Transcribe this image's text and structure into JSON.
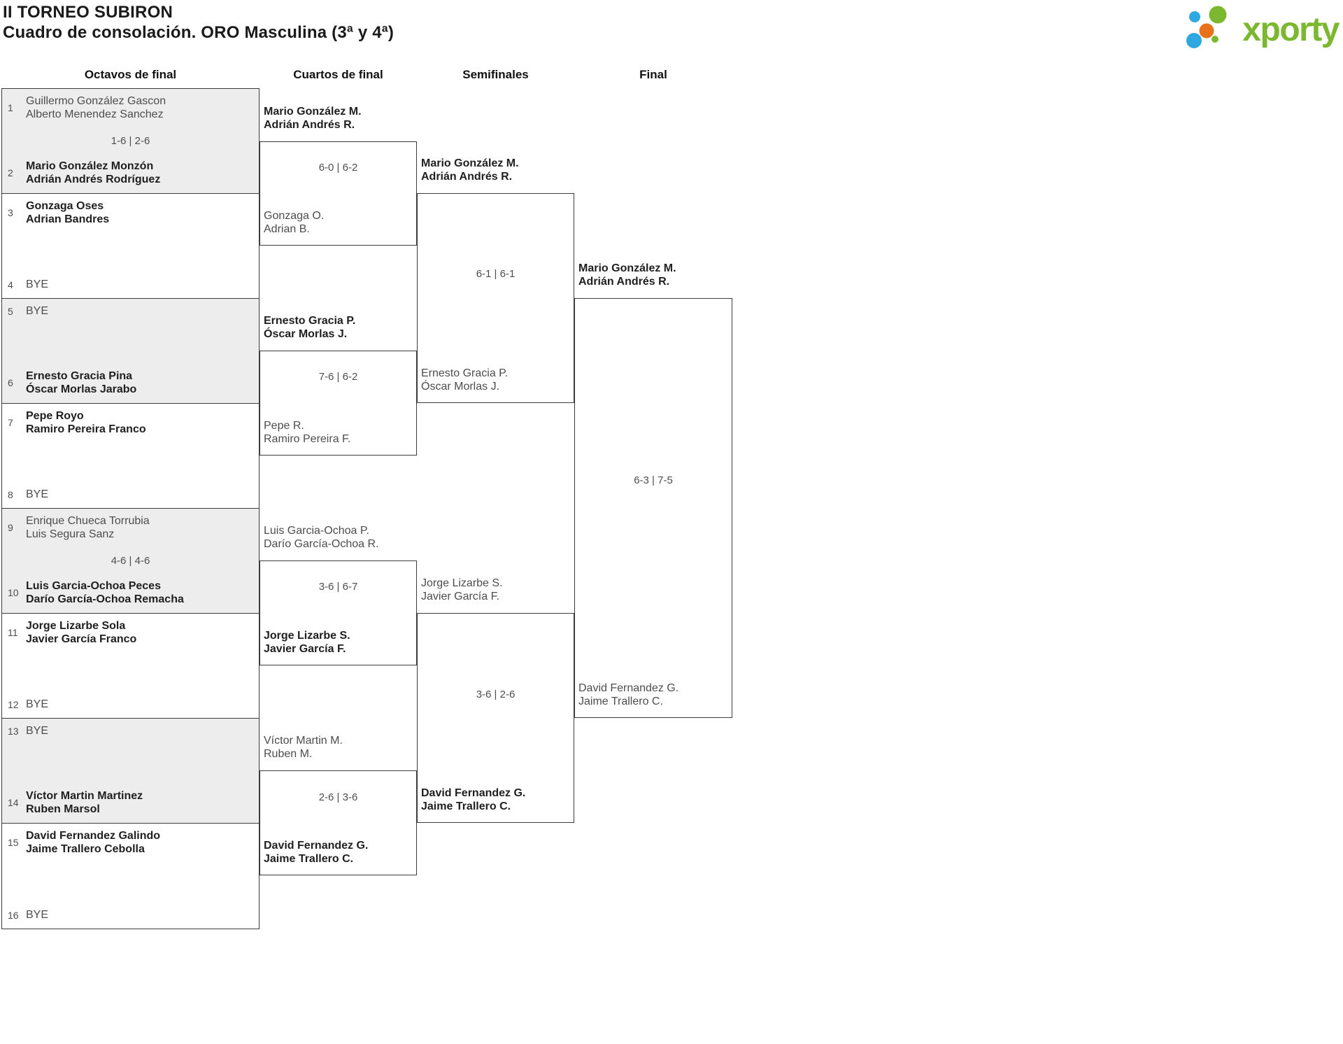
{
  "header": {
    "title": "II TORNEO SUBIRON",
    "subtitle": "Cuadro de consolación. ORO Masculina (3ª y 4ª)",
    "logo_text": "xporty"
  },
  "rounds": [
    "Octavos de final",
    "Cuartos de final",
    "Semifinales",
    "Final"
  ],
  "colors": {
    "logo_green": "#7cb82f",
    "dot_blue": "#2fa8e1",
    "dot_orange": "#e8711a",
    "pair_shade": "#ededed",
    "line": "#3c3c3c"
  },
  "octavos": {
    "pairs": [
      {
        "seed_a": "1",
        "a1": "Guillermo González Gascon",
        "a2": "Alberto Menendez Sanchez",
        "score": "1-6 | 2-6",
        "seed_b": "2",
        "b1": "Mario González Monzón",
        "b2": "Adrián Andrés Rodríguez"
      },
      {
        "seed_a": "3",
        "a1": "Gonzaga Oses",
        "a2": "Adrian Bandres",
        "score": "",
        "seed_b": "4",
        "b1": "BYE",
        "b2": ""
      },
      {
        "seed_a": "5",
        "a1": "BYE",
        "a2": "",
        "score": "",
        "seed_b": "6",
        "b1": "Ernesto Gracia Pina",
        "b2": "Óscar Morlas Jarabo"
      },
      {
        "seed_a": "7",
        "a1": "Pepe Royo",
        "a2": "Ramiro Pereira Franco",
        "score": "",
        "seed_b": "8",
        "b1": "BYE",
        "b2": ""
      },
      {
        "seed_a": "9",
        "a1": "Enrique Chueca Torrubia",
        "a2": "Luis Segura Sanz",
        "score": "4-6 | 4-6",
        "seed_b": "10",
        "b1": "Luis Garcia-Ochoa Peces",
        "b2": "Darío García-Ochoa Remacha"
      },
      {
        "seed_a": "11",
        "a1": "Jorge Lizarbe Sola",
        "a2": "Javier García Franco",
        "score": "",
        "seed_b": "12",
        "b1": "BYE",
        "b2": ""
      },
      {
        "seed_a": "13",
        "a1": "BYE",
        "a2": "",
        "score": "",
        "seed_b": "14",
        "b1": "Víctor Martin Martinez",
        "b2": "Ruben Marsol"
      },
      {
        "seed_a": "15",
        "a1": "David Fernandez Galindo",
        "a2": "Jaime Trallero Cebolla",
        "score": "",
        "seed_b": "16",
        "b1": "BYE",
        "b2": ""
      }
    ]
  },
  "cuartos": [
    {
      "t1": "Mario González M.",
      "t2": "Adrián Andrés R.",
      "score": "6-0 | 6-2",
      "b1": "Gonzaga O.",
      "b2": "Adrian B."
    },
    {
      "t1": "Ernesto Gracia P.",
      "t2": "Óscar Morlas J.",
      "score": "7-6 | 6-2",
      "b1": "Pepe R.",
      "b2": "Ramiro Pereira F."
    },
    {
      "t1": "Luis Garcia-Ochoa P.",
      "t2": "Darío García-Ochoa R.",
      "score": "3-6 | 6-7",
      "b1": "Jorge Lizarbe S.",
      "b2": "Javier García F."
    },
    {
      "t1": "Víctor Martin M.",
      "t2": "Ruben M.",
      "score": "2-6 | 3-6",
      "b1": "David Fernandez G.",
      "b2": "Jaime Trallero C."
    }
  ],
  "semifinales": [
    {
      "t1": "Mario González M.",
      "t2": "Adrián Andrés R.",
      "score": "6-1 | 6-1",
      "b1": "Ernesto Gracia P.",
      "b2": "Óscar Morlas J."
    },
    {
      "t1": "Jorge Lizarbe S.",
      "t2": "Javier García F.",
      "score": "3-6 | 2-6",
      "b1": "David Fernandez G.",
      "b2": "Jaime Trallero C."
    }
  ],
  "final": {
    "t1": "Mario González M.",
    "t2": "Adrián Andrés R.",
    "score": "6-3 | 7-5",
    "b1": "David Fernandez G.",
    "b2": "Jaime Trallero C."
  }
}
